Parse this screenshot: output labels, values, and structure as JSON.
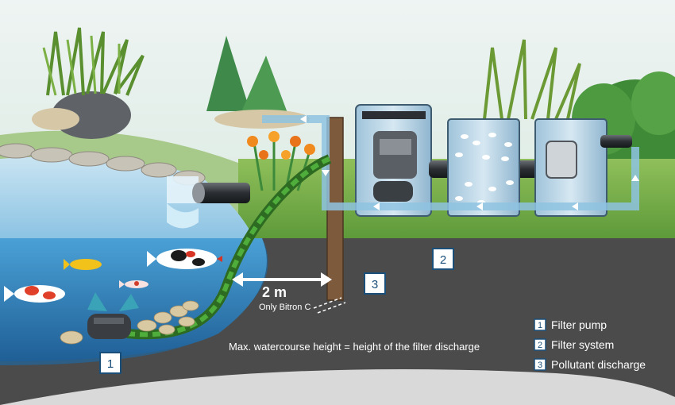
{
  "labels": {
    "distance_value": "2 m",
    "distance_note": "Only Bitron C",
    "height_note": "Max. watercourse height = height of the filter discharge"
  },
  "badges": {
    "pump_number": "1",
    "filter_number": "2",
    "discharge_number": "3"
  },
  "legend": {
    "items": [
      {
        "number": "1",
        "label": "Filter pump"
      },
      {
        "number": "2",
        "label": "Filter system"
      },
      {
        "number": "3",
        "label": "Pollutant discharge"
      }
    ]
  },
  "colors": {
    "sky": "#e9f2f1",
    "ground": "#4b4b4b",
    "pond_water": "#3c8dc9",
    "flow_pipe": "#3f9a2f",
    "badge_border": "#1a4f7a"
  }
}
